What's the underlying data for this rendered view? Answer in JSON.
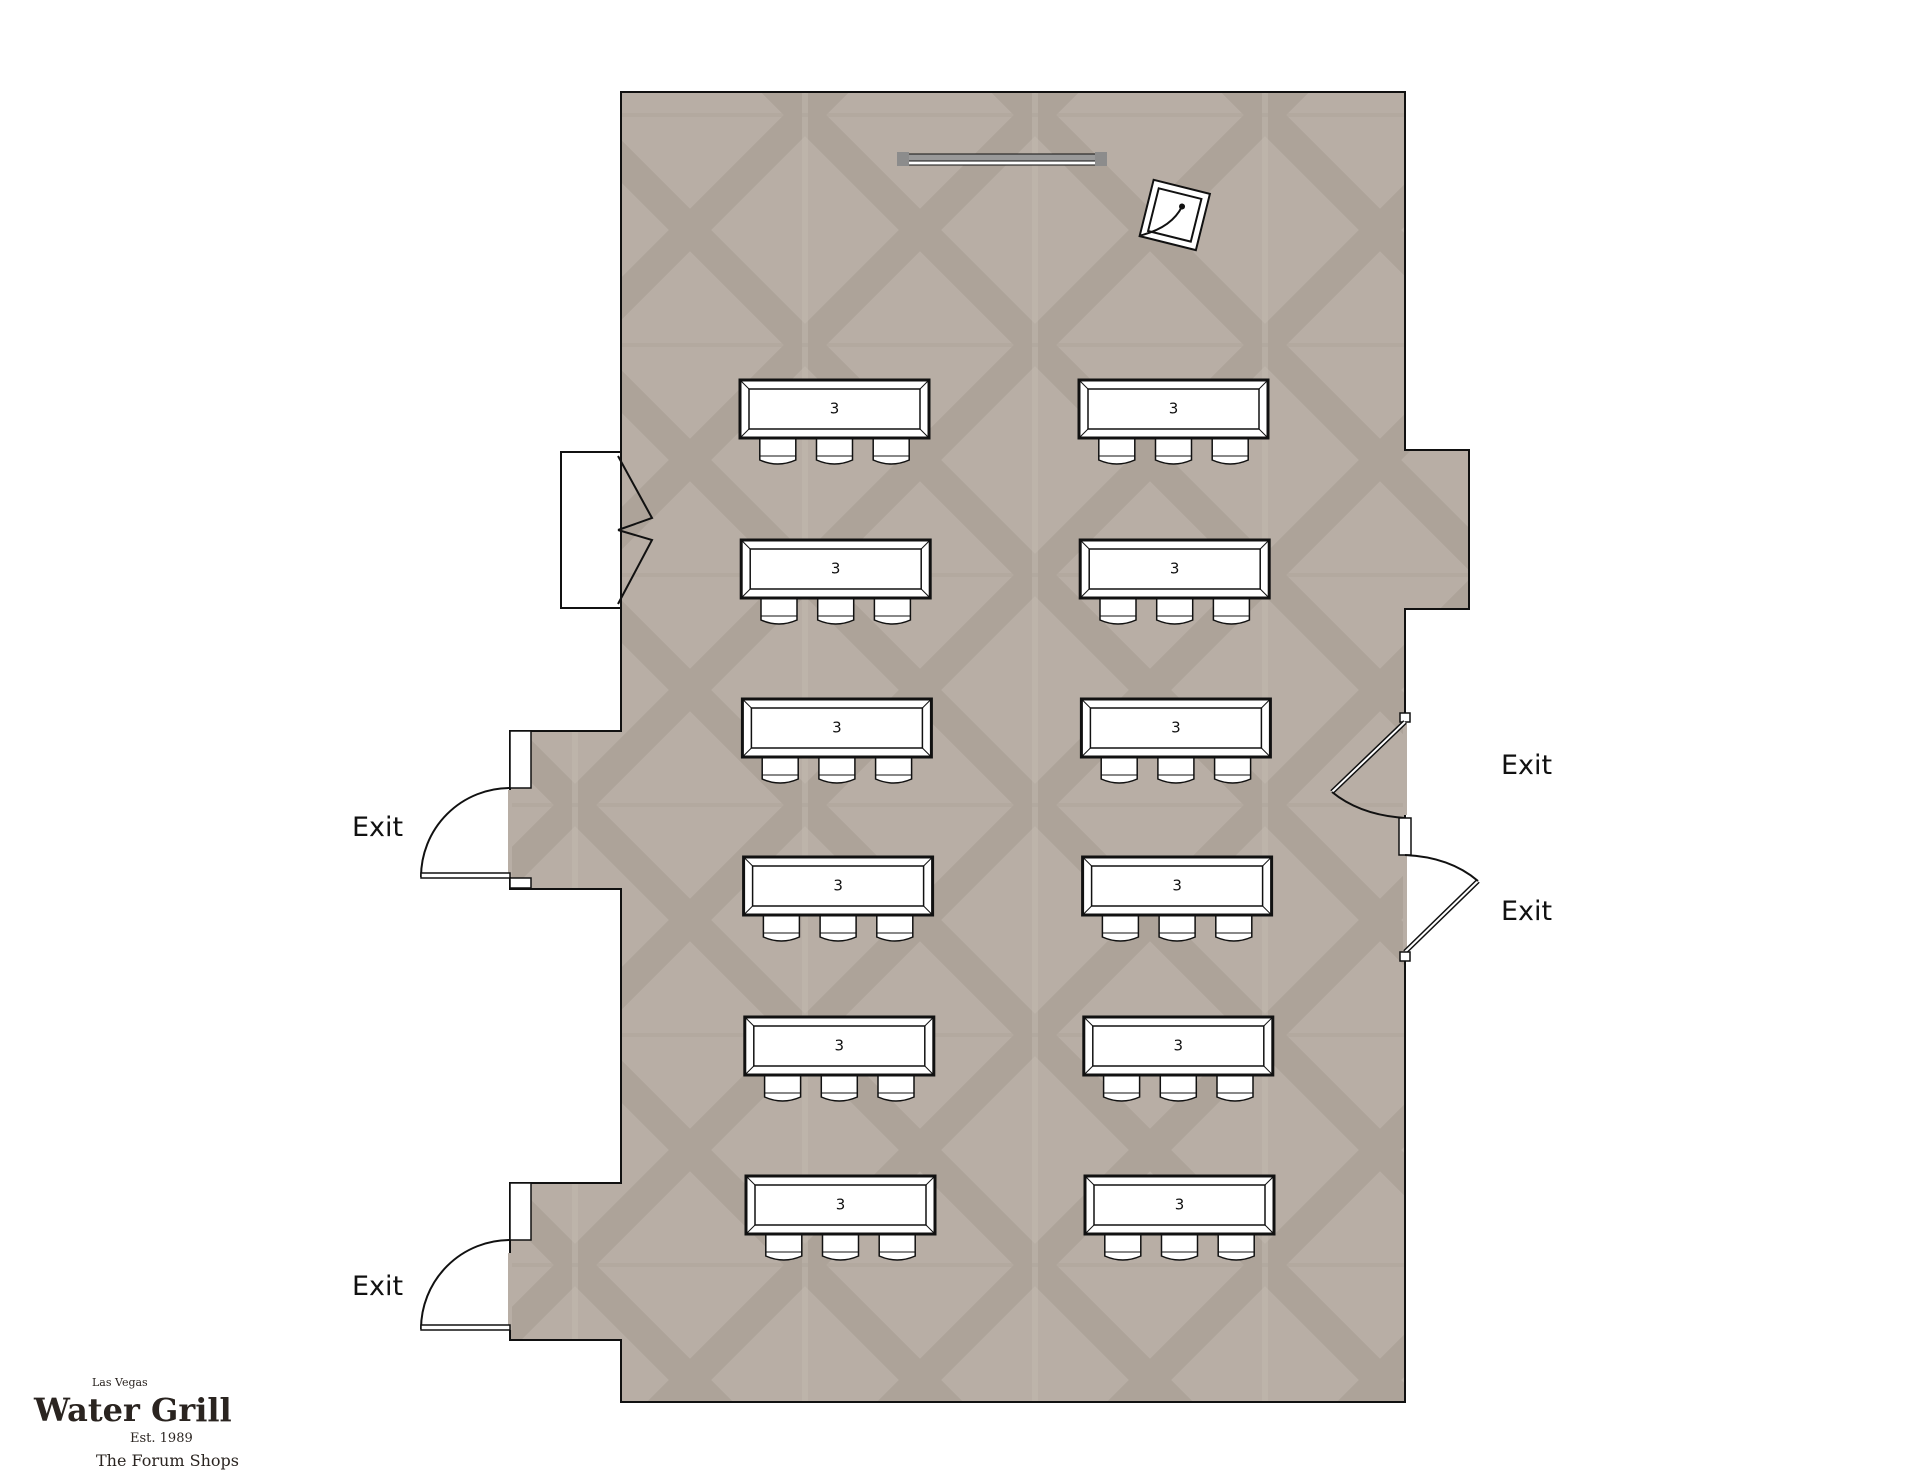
{
  "floorplan": {
    "exits": [
      {
        "label": "Exit",
        "side": "left-upper"
      },
      {
        "label": "Exit",
        "side": "left-lower"
      },
      {
        "label": "Exit",
        "side": "right-upper"
      },
      {
        "label": "Exit",
        "side": "right-lower"
      }
    ],
    "tables": [
      {
        "seats": "3",
        "column": "left",
        "row": 1
      },
      {
        "seats": "3",
        "column": "right",
        "row": 1
      },
      {
        "seats": "3",
        "column": "left",
        "row": 2
      },
      {
        "seats": "3",
        "column": "right",
        "row": 2
      },
      {
        "seats": "3",
        "column": "left",
        "row": 3
      },
      {
        "seats": "3",
        "column": "right",
        "row": 3
      },
      {
        "seats": "3",
        "column": "left",
        "row": 4
      },
      {
        "seats": "3",
        "column": "right",
        "row": 4
      },
      {
        "seats": "3",
        "column": "left",
        "row": 5
      },
      {
        "seats": "3",
        "column": "right",
        "row": 5
      },
      {
        "seats": "3",
        "column": "left",
        "row": 6
      },
      {
        "seats": "3",
        "column": "right",
        "row": 6
      }
    ],
    "chairs_per_table": 3,
    "colors": {
      "floor": "#b8aea5",
      "floor_dark": "#9f948a",
      "outline": "#111111",
      "screen": "#999999"
    }
  },
  "logo": {
    "top": "Las Vegas",
    "name": "Water Grill",
    "est": "Est. 1989",
    "location": "The Forum Shops"
  }
}
